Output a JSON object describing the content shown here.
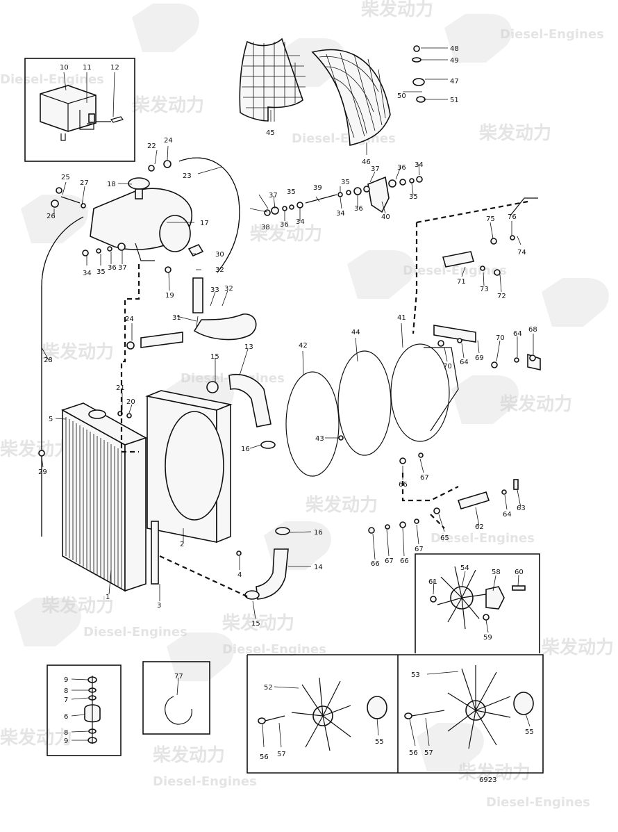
{
  "watermark": {
    "chinese": "柴发动力",
    "english": "Diesel-Engines"
  },
  "figure_number": "6923",
  "part_numbers": [
    "1",
    "2",
    "3",
    "4",
    "5",
    "6",
    "7",
    "8",
    "9",
    "10",
    "11",
    "12",
    "13",
    "14",
    "15",
    "16",
    "17",
    "18",
    "19",
    "20",
    "21",
    "22",
    "23",
    "24",
    "25",
    "26",
    "27",
    "28",
    "29",
    "30",
    "31",
    "32",
    "33",
    "34",
    "35",
    "36",
    "37",
    "38",
    "39",
    "40",
    "41",
    "42",
    "43",
    "44",
    "45",
    "46",
    "47",
    "48",
    "49",
    "50",
    "51",
    "52",
    "53",
    "54",
    "55",
    "56",
    "57",
    "58",
    "59",
    "60",
    "61",
    "62",
    "63",
    "64",
    "65",
    "66",
    "67",
    "68",
    "69",
    "70",
    "71",
    "72",
    "73",
    "74",
    "75",
    "76",
    "77"
  ]
}
